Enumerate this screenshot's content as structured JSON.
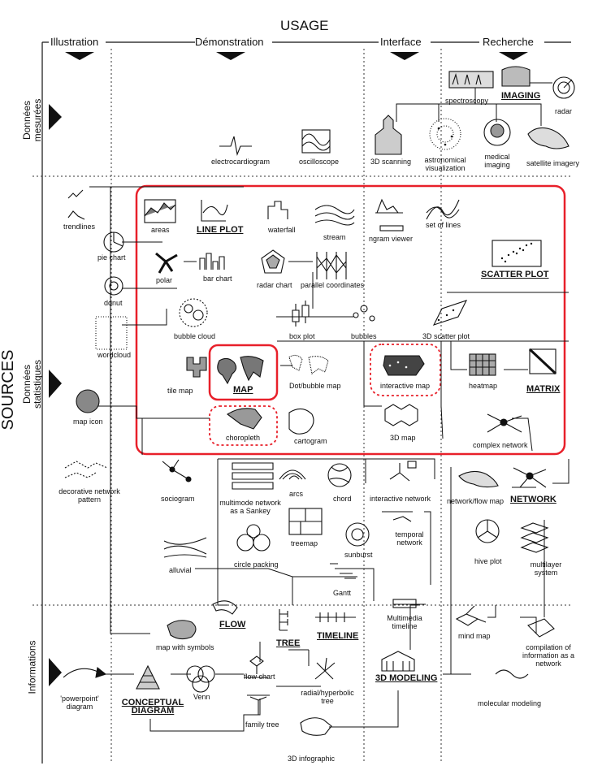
{
  "title": "USAGE",
  "sources_label": "SOURCES",
  "columns": [
    "Illustration",
    "Démonstration",
    "Interface",
    "Recherche"
  ],
  "rows": [
    "Données mesurées",
    "Données statistiques",
    "Informations"
  ],
  "items": {
    "spectroscopy": "spectroscopy",
    "imaging": "IMAGING",
    "radar": "radar",
    "scanning3d": "3D scanning",
    "astronomical": "astronomical visualization",
    "medical": "medical imaging",
    "satellite": "satellite imagery",
    "electrocardiogram": "electrocardiogram",
    "oscilloscope": "oscilloscope",
    "trendlines": "trendlines",
    "areas": "areas",
    "lineplot": "LINE PLOT",
    "waterfall": "waterfall",
    "stream": "stream",
    "ngram": "ngram viewer",
    "setoflines": "set of lines",
    "piechart": "pie chart",
    "polar": "polar",
    "barchart": "bar chart",
    "radarchart": "radar chart",
    "parallel": "parallel coordinates",
    "scatterplot": "SCATTER PLOT",
    "donut": "donut",
    "wordcloud": "wordcloud",
    "bubblecloud": "bubble cloud",
    "boxplot": "box plot",
    "bubbles": "bubbles",
    "scatter3d": "3D scatter plot",
    "tilemap": "tile map",
    "map": "MAP",
    "dotmap": "Dot/bubble map",
    "interactivemap": "interactive map",
    "heatmap": "heatmap",
    "matrix": "MATRIX",
    "mapicon": "map icon",
    "choropleth": "choropleth",
    "cartogram": "cartogram",
    "map3d": "3D map",
    "complexnetwork": "complex network",
    "decorative": "decorative network pattern",
    "sociogram": "sociogram",
    "sankey": "multimode network as a Sankey",
    "arcs": "arcs",
    "chord": "chord",
    "interactivenetwork": "interactive network",
    "networkflow": "network/flow map",
    "network": "NETWORK",
    "treemap": "treemap",
    "sunburst": "sunburst",
    "temporal": "temporal network",
    "alluvial": "alluvial",
    "circlepacking": "circle packing",
    "hiveplot": "hive plot",
    "multilayer": "multilayer system",
    "gantt": "Gantt",
    "flow": "FLOW",
    "multimedia": "Multimedia timeline",
    "mapsymbols": "map with symbols",
    "tree": "TREE",
    "timeline": "TIMELINE",
    "mindmap": "mind map",
    "compilation": "compilation of information as a network",
    "powerpoint": "'powerpoint' diagram",
    "conceptual": "CONCEPTUAL DIAGRAM",
    "venn": "Venn",
    "flowchart": "flow chart",
    "radial": "radial/hyperbolic tree",
    "modeling3d": "3D MODELING",
    "molecular": "molecular modeling",
    "familytree": "family tree",
    "infographic3d": "3D infographic"
  },
  "colors": {
    "highlight": "#e8202a",
    "ink": "#111111"
  }
}
